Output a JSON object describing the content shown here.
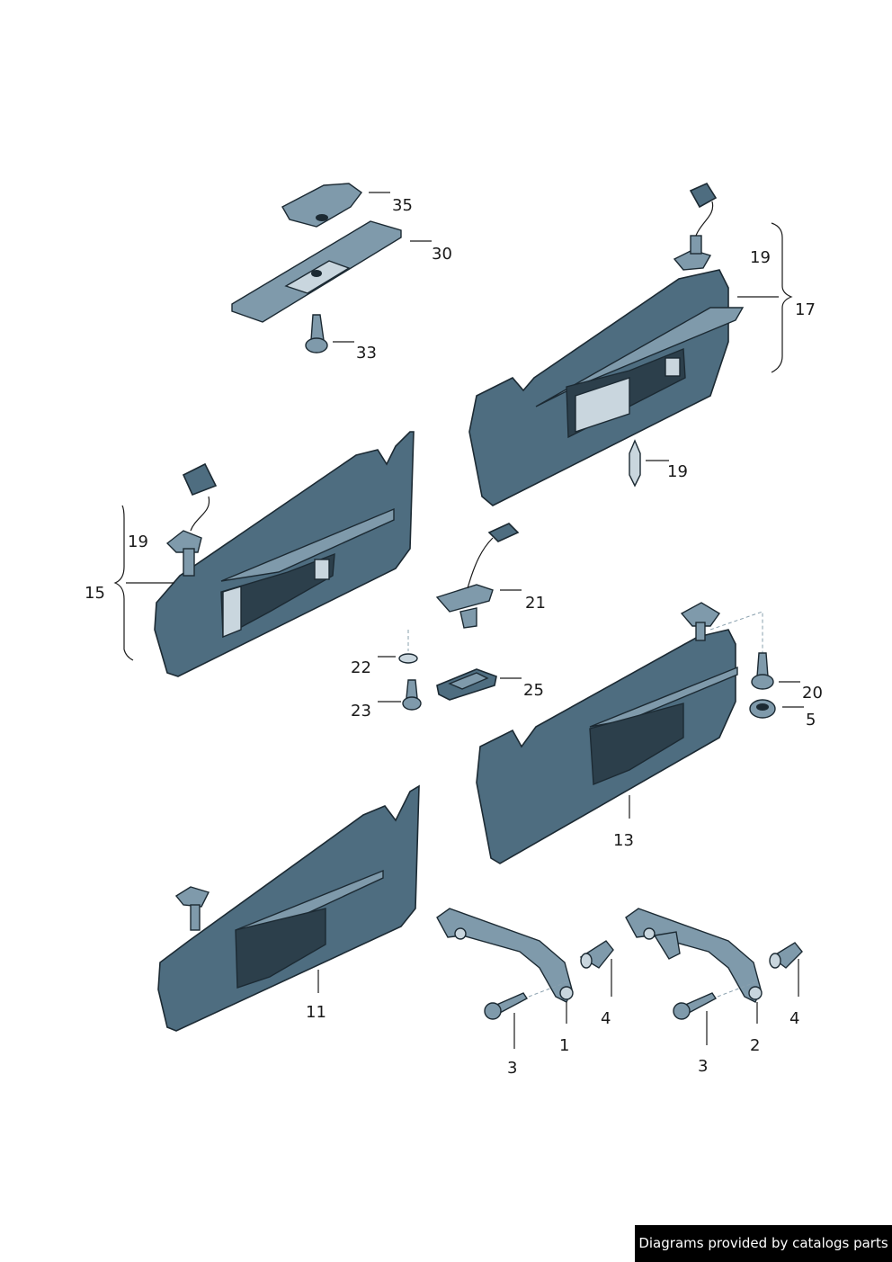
{
  "labels": {
    "p35": "35",
    "p30": "30",
    "p33": "33",
    "p19a": "19",
    "p17": "17",
    "p19b": "19",
    "p19c": "19",
    "p15": "15",
    "p21": "21",
    "p22": "22",
    "p23": "23",
    "p25": "25",
    "p20": "20",
    "p5": "5",
    "p13": "13",
    "p11": "11",
    "p1": "1",
    "p3a": "3",
    "p4a": "4",
    "p2": "2",
    "p3b": "3",
    "p4b": "4"
  },
  "credit": "Diagrams provided by catalogs parts",
  "colors": {
    "part": "#4e6d80",
    "outline": "#1c2a33",
    "badge": "#000000"
  }
}
